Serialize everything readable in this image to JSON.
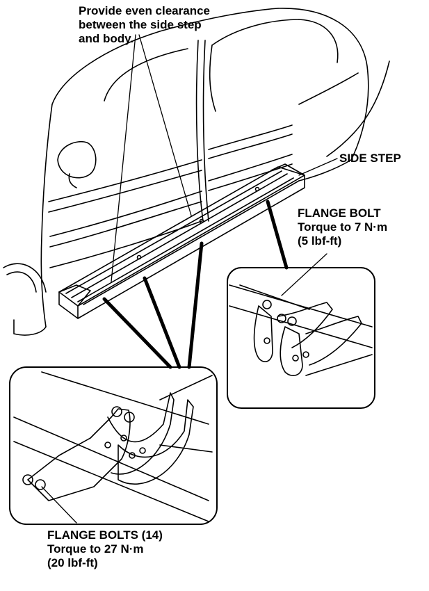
{
  "callouts": {
    "clearance": {
      "lines": [
        "Provide even clearance",
        "between the side step",
        "and body."
      ]
    },
    "side_step": {
      "label": "SIDE STEP"
    },
    "flange_bolt": {
      "title": "FLANGE BOLT",
      "torque": "Torque to 7 N·m",
      "torque_alt": "(5 lbf-ft)"
    },
    "flange_bolts": {
      "title": "FLANGE BOLTS (14)",
      "torque": "Torque to 27 N·m",
      "torque_alt": "(20 lbf-ft)"
    }
  },
  "colors": {
    "line": "#000000",
    "background": "#ffffff"
  }
}
